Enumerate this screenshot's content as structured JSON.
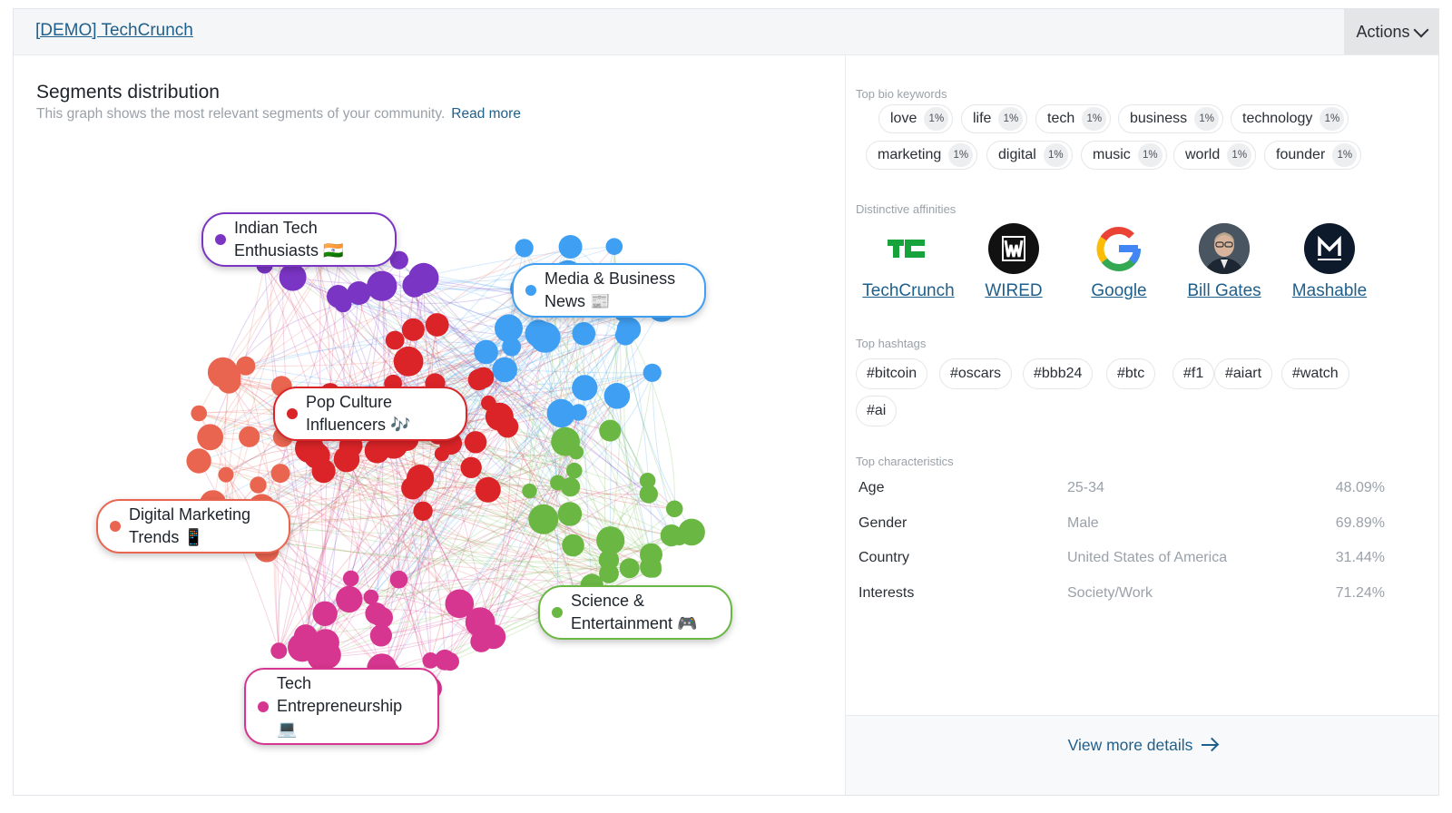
{
  "header": {
    "title": "[DEMO] TechCrunch",
    "actions_label": "Actions"
  },
  "segments": {
    "title": "Segments distribution",
    "subtitle": "This graph shows the most relevant segments of your community.",
    "read_more": "Read more",
    "groups": [
      {
        "label": "Indian Tech Enthusiasts 🇮🇳",
        "line1": "Indian Tech",
        "line2": "Enthusiasts 🇮🇳",
        "color": "#7b35c4"
      },
      {
        "label": "Media & Business News 📰",
        "line1": "Media & Business",
        "line2": "News 📰",
        "color": "#3f9ff2"
      },
      {
        "label": "Pop Culture Influencers 🎶",
        "line1": "Pop Culture",
        "line2": "Influencers 🎶",
        "color": "#db2428"
      },
      {
        "label": "Digital Marketing Trends 📱",
        "line1": "Digital Marketing",
        "line2": "Trends 📱",
        "color": "#ea6550"
      },
      {
        "label": "Science & Entertainment 🎮",
        "line1": "Science &",
        "line2": "Entertainment 🎮",
        "color": "#6ab743"
      },
      {
        "label": "Tech Entrepreneurship 💻",
        "line1": "Tech",
        "line2": "Entrepreneurship",
        "line3": "💻",
        "color": "#d6368f"
      }
    ]
  },
  "bio_keywords": {
    "title": "Top bio keywords",
    "items": [
      {
        "word": "love",
        "pct": "1%"
      },
      {
        "word": "life",
        "pct": "1%"
      },
      {
        "word": "tech",
        "pct": "1%"
      },
      {
        "word": "business",
        "pct": "1%"
      },
      {
        "word": "technology",
        "pct": "1%"
      },
      {
        "word": "marketing",
        "pct": "1%"
      },
      {
        "word": "digital",
        "pct": "1%"
      },
      {
        "word": "music",
        "pct": "1%"
      },
      {
        "word": "world",
        "pct": "1%"
      },
      {
        "word": "founder",
        "pct": "1%"
      }
    ]
  },
  "affinities": {
    "title": "Distinctive affinities",
    "items": [
      {
        "name": "TechCrunch",
        "icon": "techcrunch-logo"
      },
      {
        "name": "WIRED",
        "icon": "wired-logo"
      },
      {
        "name": "Google",
        "icon": "google-logo"
      },
      {
        "name": "Bill Gates",
        "icon": "avatar"
      },
      {
        "name": "Mashable",
        "icon": "mashable-logo"
      }
    ]
  },
  "hashtags": {
    "title": "Top hashtags",
    "items": [
      "#bitcoin",
      "#oscars",
      "#bbb24",
      "#btc",
      "#f1",
      "#aiart",
      "#watch",
      "#ai"
    ]
  },
  "characteristics": {
    "title": "Top characteristics",
    "rows": [
      {
        "key": "Age",
        "value": "25-34",
        "pct": "48.09%"
      },
      {
        "key": "Gender",
        "value": "Male",
        "pct": "69.89%"
      },
      {
        "key": "Country",
        "value": "United States of America",
        "pct": "31.44%"
      },
      {
        "key": "Interests",
        "value": "Society/Work",
        "pct": "71.24%"
      }
    ]
  },
  "footer": {
    "view_more": "View more details"
  }
}
